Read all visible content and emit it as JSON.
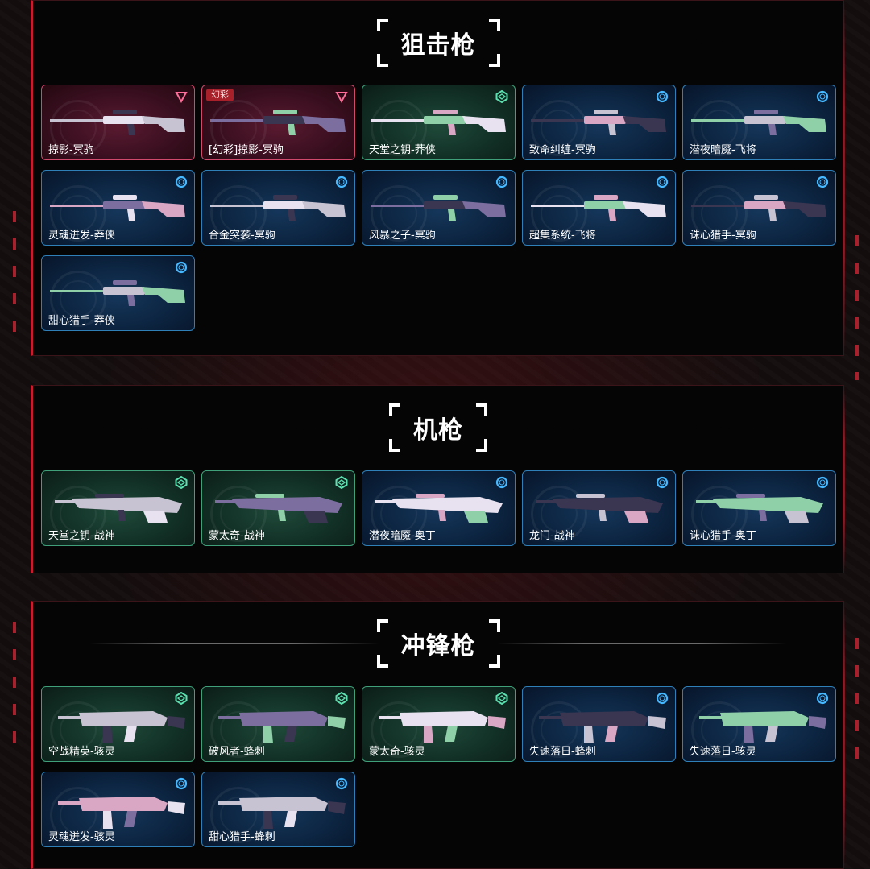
{
  "sections": [
    {
      "title": "狙击枪",
      "items": [
        {
          "label": "掠影-冥驹",
          "tier": "pink",
          "badge": ""
        },
        {
          "label": "[幻彩]掠影-冥驹",
          "tier": "pink",
          "badge": "幻彩"
        },
        {
          "label": "天堂之钥-莽侠",
          "tier": "green",
          "badge": ""
        },
        {
          "label": "致命纠缠-冥驹",
          "tier": "blue",
          "badge": ""
        },
        {
          "label": "潜夜暗魇-飞将",
          "tier": "blue",
          "badge": ""
        },
        {
          "label": "灵魂迸发-莽侠",
          "tier": "blue",
          "badge": ""
        },
        {
          "label": "合金突袭-冥驹",
          "tier": "blue",
          "badge": ""
        },
        {
          "label": "风暴之子-冥驹",
          "tier": "blue",
          "badge": ""
        },
        {
          "label": "超集系统-飞将",
          "tier": "blue",
          "badge": ""
        },
        {
          "label": "诛心猎手-冥驹",
          "tier": "blue",
          "badge": ""
        },
        {
          "label": "甜心猎手-莽侠",
          "tier": "blue",
          "badge": ""
        }
      ]
    },
    {
      "title": "机枪",
      "items": [
        {
          "label": "天堂之钥-战神",
          "tier": "green",
          "badge": ""
        },
        {
          "label": "蒙太奇-战神",
          "tier": "green",
          "badge": ""
        },
        {
          "label": "潜夜暗魇-奥丁",
          "tier": "blue",
          "badge": ""
        },
        {
          "label": "龙门-战神",
          "tier": "blue",
          "badge": ""
        },
        {
          "label": "诛心猎手-奥丁",
          "tier": "blue",
          "badge": ""
        }
      ]
    },
    {
      "title": "冲锋枪",
      "items": [
        {
          "label": "空战精英-骇灵",
          "tier": "green",
          "badge": ""
        },
        {
          "label": "破风者-蜂刺",
          "tier": "green",
          "badge": ""
        },
        {
          "label": "蒙太奇-骇灵",
          "tier": "green",
          "badge": ""
        },
        {
          "label": "失速落日-蜂刺",
          "tier": "blue",
          "badge": ""
        },
        {
          "label": "失速落日-骇灵",
          "tier": "blue",
          "badge": ""
        },
        {
          "label": "灵魂迸发-骇灵",
          "tier": "blue",
          "badge": ""
        },
        {
          "label": "甜心猎手-蜂刺",
          "tier": "blue",
          "badge": ""
        }
      ]
    }
  ],
  "colors": {
    "accent": "#c22030",
    "tier_pink": "#d04a6e",
    "tier_green": "#3fa07a",
    "tier_blue": "#2f7fb8"
  },
  "icons": {
    "pink": "triangle-tier-icon",
    "green": "hex-tier-icon",
    "blue": "circle-tier-icon"
  }
}
